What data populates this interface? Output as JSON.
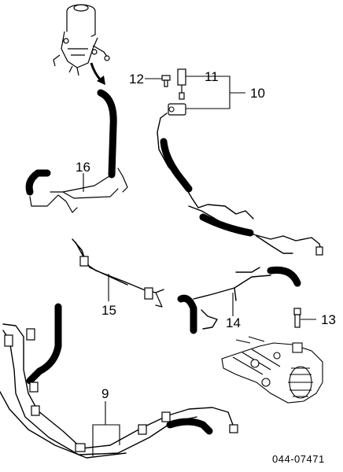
{
  "diagram": {
    "callouts": {
      "p9": "9",
      "p10": "10",
      "p11": "11",
      "p12": "12",
      "p13": "13",
      "p14": "14",
      "p15": "15",
      "p16": "16"
    },
    "reference_code": "044-07471"
  }
}
